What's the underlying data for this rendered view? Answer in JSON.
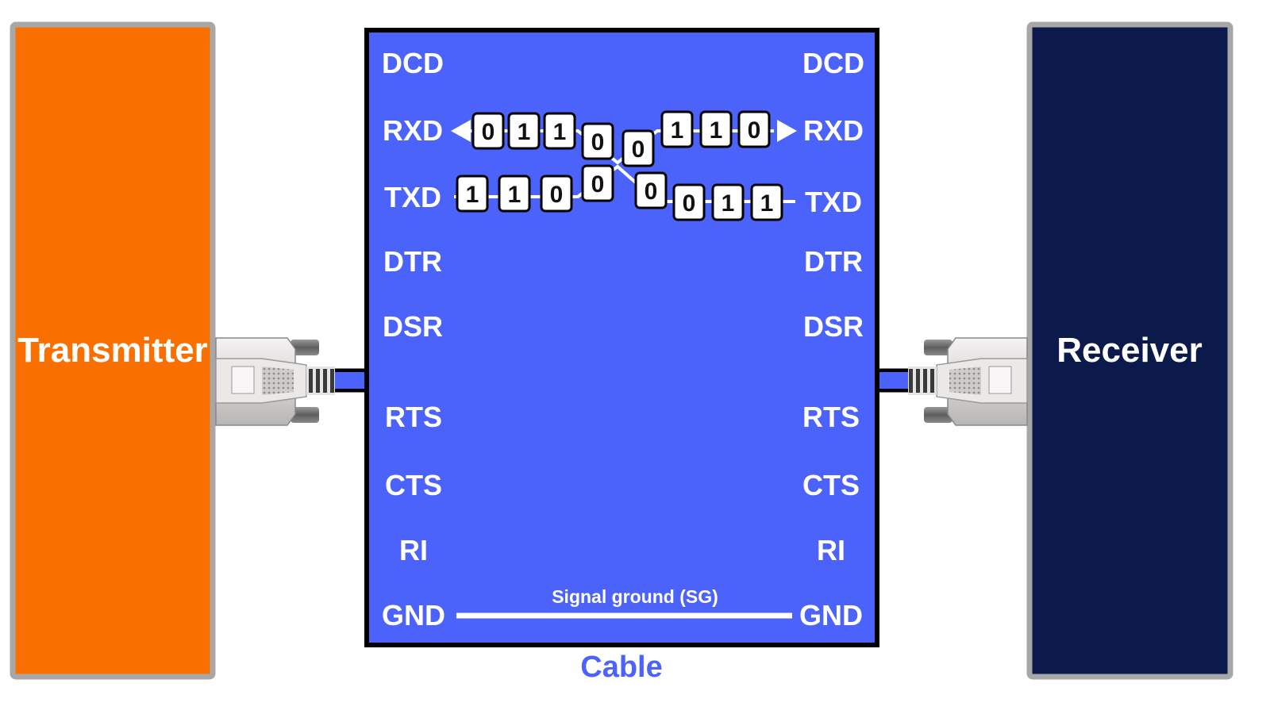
{
  "devices": {
    "transmitter": {
      "label": "Transmitter",
      "color": "#f97000"
    },
    "receiver": {
      "label": "Receiver",
      "color": "#0b1a4a"
    }
  },
  "cable": {
    "caption": "Cable",
    "panel_color": "#4b63fb",
    "caption_color": "#4b63fb",
    "ground_line_label": "Signal ground (SG)"
  },
  "pins": {
    "left": [
      "DCD",
      "RXD",
      "TXD",
      "DTR",
      "DSR",
      "RTS",
      "CTS",
      "RI",
      "GND"
    ],
    "right": [
      "DCD",
      "RXD",
      "TXD",
      "DTR",
      "DSR",
      "RTS",
      "CTS",
      "RI",
      "GND"
    ]
  },
  "data_streams": {
    "rxd_left_bits": [
      "0",
      "1",
      "1"
    ],
    "cross_bits": [
      "0",
      "0",
      "0",
      "0"
    ],
    "rxd_right_bits": [
      "1",
      "1",
      "0"
    ],
    "txd_left_bits": [
      "1",
      "1",
      "0"
    ],
    "txd_right_bits": [
      "0",
      "1",
      "1"
    ]
  },
  "icons": {
    "connector": "db9-connector-icon",
    "arrow": "arrow-head-icon"
  }
}
